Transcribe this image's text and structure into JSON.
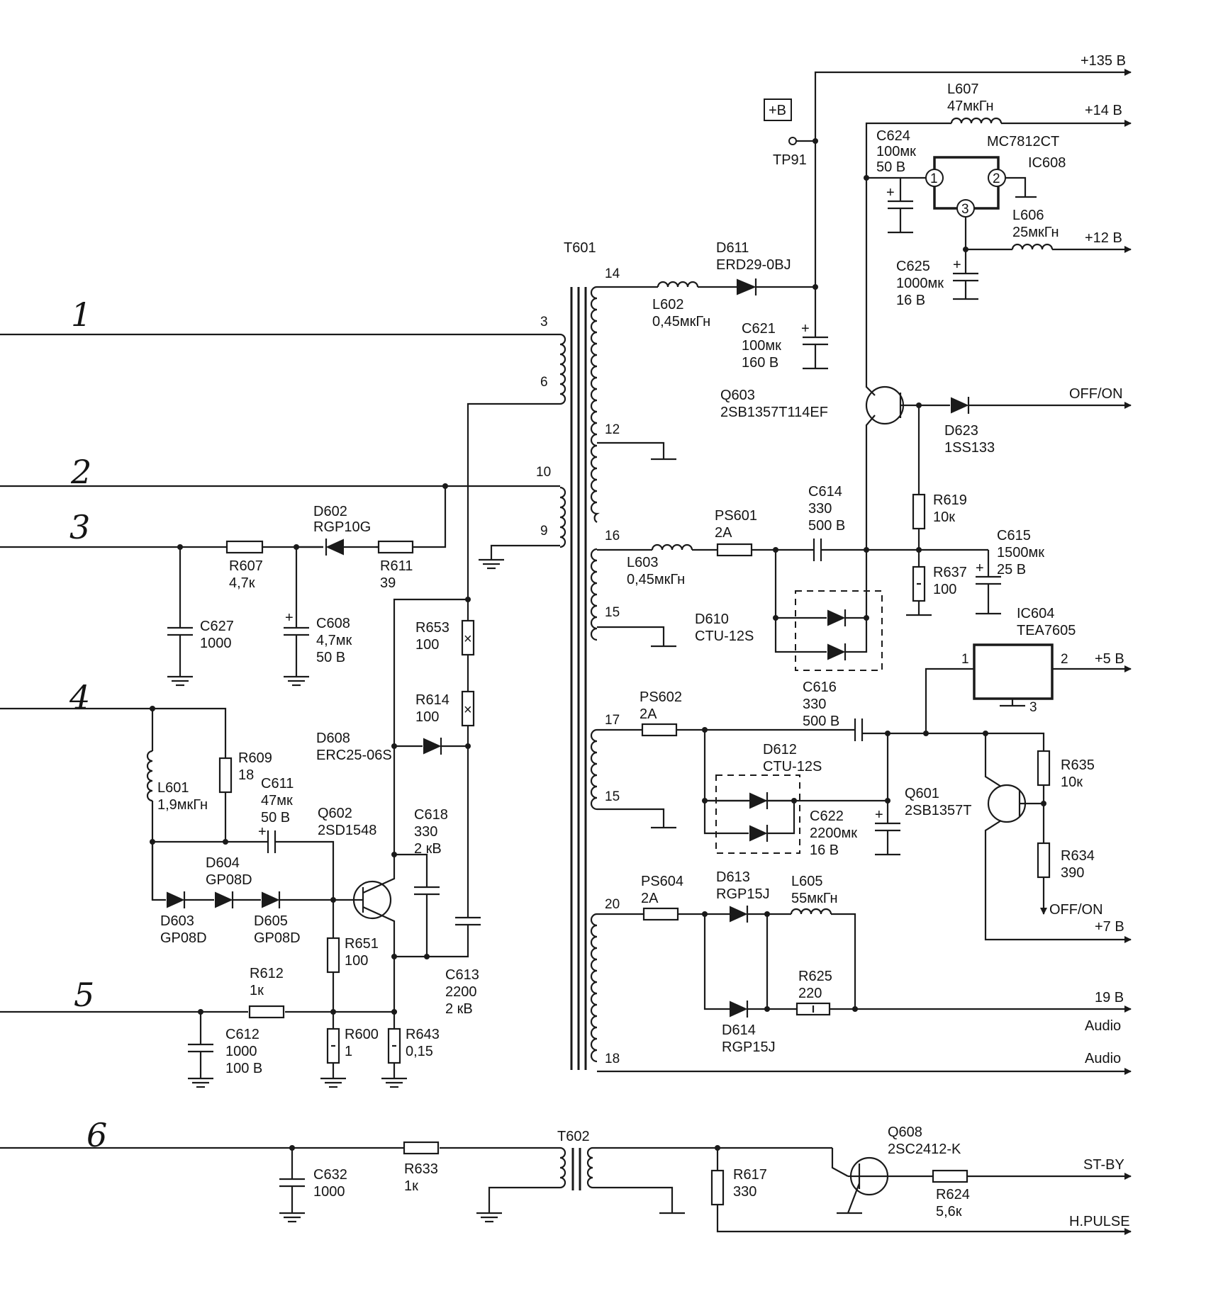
{
  "inputs": [
    "1",
    "2",
    "3",
    "4",
    "5",
    "6"
  ],
  "outputs": {
    "v135": "+135 В",
    "v14": "+14 В",
    "v12": "+12 В",
    "offon1": "OFF/ON",
    "v5": "+5 В",
    "offon2": "OFF/ON",
    "v7": "+7 В",
    "v19": "19 В",
    "audio1": "Audio",
    "audio2": "Audio",
    "stby": "ST-BY",
    "hpulse": "H.PULSE"
  },
  "transformer_t601": {
    "name": "T601",
    "pins": [
      "3",
      "6",
      "10",
      "9",
      "14",
      "12",
      "16",
      "15",
      "17",
      "15",
      "20",
      "18"
    ]
  },
  "transformer_t602": {
    "name": "T602"
  },
  "test_point": {
    "name": "TP91",
    "tag": "+B"
  },
  "components": {
    "L607": [
      "L607",
      "47мкГн"
    ],
    "C624": [
      "C624",
      "100мк",
      "50 В"
    ],
    "IC608": [
      "MC7812CT",
      "IC608"
    ],
    "IC608_pins": [
      "1",
      "2",
      "3"
    ],
    "L606": [
      "L606",
      "25мкГн"
    ],
    "C625": [
      "C625",
      "1000мк",
      "16 В"
    ],
    "D611": [
      "D611",
      "ERD29-0BJ"
    ],
    "L602": [
      "L602",
      "0,45мкГн"
    ],
    "C621": [
      "C621",
      "100мк",
      "160 В"
    ],
    "Q603": [
      "Q603",
      "2SB1357T114EF"
    ],
    "D623": [
      "D623",
      "1SS133"
    ],
    "R619": [
      "R619",
      "10к"
    ],
    "C614": [
      "C614",
      "330",
      "500 В"
    ],
    "PS601": [
      "PS601",
      "2A"
    ],
    "L603": [
      "L603",
      "0,45мкГн"
    ],
    "C615": [
      "C615",
      "1500мк",
      "25 В"
    ],
    "R637": [
      "R637",
      "100"
    ],
    "D610": [
      "D610",
      "CTU-12S"
    ],
    "C616": [
      "C616",
      "330",
      "500 В"
    ],
    "IC604": [
      "IC604",
      "TEA7605"
    ],
    "IC604_pins": [
      "1",
      "2",
      "3"
    ],
    "PS602": [
      "PS602",
      "2A"
    ],
    "D612": [
      "D612",
      "CTU-12S"
    ],
    "C622": [
      "C622",
      "2200мк",
      "16 В"
    ],
    "Q601": [
      "Q601",
      "2SB1357T"
    ],
    "R635": [
      "R635",
      "10к"
    ],
    "R634": [
      "R634",
      "390"
    ],
    "PS604": [
      "PS604",
      "2A"
    ],
    "D613": [
      "D613",
      "RGP15J"
    ],
    "L605": [
      "L605",
      "55мкГн"
    ],
    "R625": [
      "R625",
      "220"
    ],
    "D614": [
      "D614",
      "RGP15J"
    ],
    "D602": [
      "D602",
      "RGP10G"
    ],
    "R607": [
      "R607",
      "4,7к"
    ],
    "R611": [
      "R611",
      "39"
    ],
    "C627": [
      "C627",
      "1000"
    ],
    "C608": [
      "C608",
      "4,7мк",
      "50 В"
    ],
    "R653": [
      "R653",
      "100"
    ],
    "R614": [
      "R614",
      "100"
    ],
    "D608": [
      "D608",
      "ERC25-06S"
    ],
    "R609": [
      "R609",
      "18"
    ],
    "C611": [
      "C611",
      "47мк",
      "50 В"
    ],
    "L601": [
      "L601",
      "1,9мкГн"
    ],
    "Q602": [
      "Q602",
      "2SD1548"
    ],
    "C618": [
      "C618",
      "330",
      "2 кВ"
    ],
    "D604": [
      "D604",
      "GP08D"
    ],
    "D603": [
      "D603",
      "GP08D"
    ],
    "D605": [
      "D605",
      "GP08D"
    ],
    "R651": [
      "R651",
      "100"
    ],
    "C613": [
      "C613",
      "2200",
      "2 кВ"
    ],
    "R612": [
      "R612",
      "1к"
    ],
    "C612": [
      "C612",
      "1000",
      "100 В"
    ],
    "R600": [
      "R600",
      "1"
    ],
    "R643": [
      "R643",
      "0,15"
    ],
    "C632": [
      "C632",
      "1000"
    ],
    "R633": [
      "R633",
      "1к"
    ],
    "R617": [
      "R617",
      "330"
    ],
    "Q608": [
      "Q608",
      "2SC2412-K"
    ],
    "R624": [
      "R624",
      "5,6к"
    ]
  }
}
